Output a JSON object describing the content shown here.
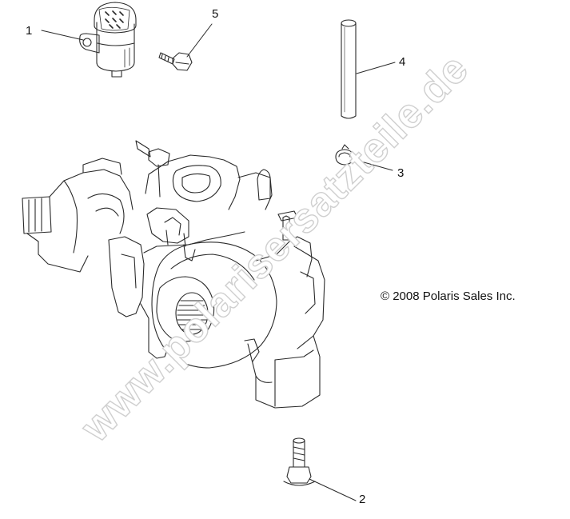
{
  "diagram": {
    "copyright": "© 2008 Polaris Sales Inc.",
    "watermark": "www.polarisersatzteile.de",
    "callouts": [
      {
        "number": "1",
        "part": "reservoir"
      },
      {
        "number": "2",
        "part": "flange-bolt"
      },
      {
        "number": "3",
        "part": "hose-clamp"
      },
      {
        "number": "4",
        "part": "hose"
      },
      {
        "number": "5",
        "part": "bolt"
      }
    ],
    "colors": {
      "line": "#2a2a2a",
      "watermark": "#d9d9d9"
    }
  }
}
